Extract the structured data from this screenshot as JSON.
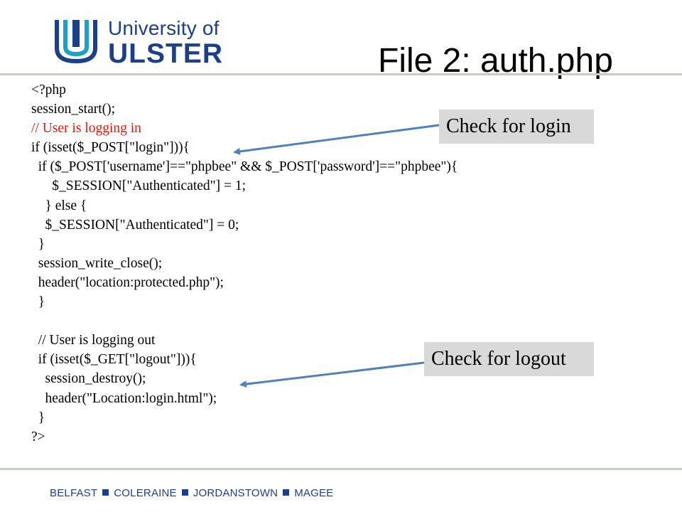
{
  "logo": {
    "line1": "University of",
    "line2": "ULSTER",
    "colors": {
      "primary": "#1c3f8c",
      "accent": "#1ba1c6"
    }
  },
  "slide": {
    "title": "File 2: auth.php",
    "code_lines": [
      {
        "text": "<?php",
        "comment": false
      },
      {
        "text": "session_start();",
        "comment": false
      },
      {
        "text": "// User is logging in",
        "comment": true
      },
      {
        "text": "if (isset($_POST[\"login\"])){",
        "comment": false
      },
      {
        "text": "  if ($_POST['username']==\"phpbee\" && $_POST['password']==\"phpbee\"){",
        "comment": false
      },
      {
        "text": "      $_SESSION[\"Authenticated\"] = 1;",
        "comment": false
      },
      {
        "text": "    } else {",
        "comment": false
      },
      {
        "text": "    $_SESSION[\"Authenticated\"] = 0;",
        "comment": false
      },
      {
        "text": "  }",
        "comment": false
      },
      {
        "text": "  session_write_close();",
        "comment": false
      },
      {
        "text": "  header(\"location:protected.php\");",
        "comment": false
      },
      {
        "text": "  }",
        "comment": false
      },
      {
        "text": "",
        "comment": false
      },
      {
        "text": "  // User is logging out",
        "comment": false
      },
      {
        "text": "  if (isset($_GET[\"logout\"])){",
        "comment": false
      },
      {
        "text": "    session_destroy();",
        "comment": false
      },
      {
        "text": "    header(\"Location:login.html\");",
        "comment": false
      },
      {
        "text": "  }",
        "comment": false
      },
      {
        "text": "?>",
        "comment": false
      }
    ],
    "callouts": {
      "login": "Check for login",
      "logout": "Check for logout"
    },
    "colors": {
      "comment": "#e8160c",
      "callout_bg": "#d9d9d9",
      "arrow": "#4f81bd"
    }
  },
  "footer": {
    "campuses": [
      "BELFAST",
      "COLERAINE",
      "JORDANSTOWN",
      "MAGEE"
    ]
  }
}
